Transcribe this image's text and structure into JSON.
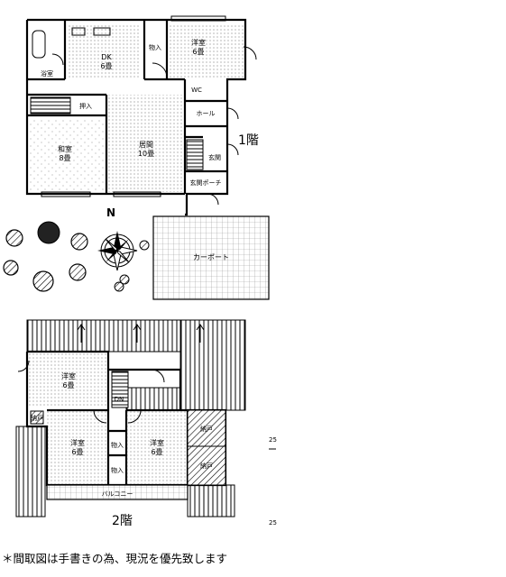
{
  "floor1": {
    "label": "1階",
    "rooms": {
      "western1": [
        "洋室",
        "6畳"
      ],
      "dining": [
        "DK",
        "6畳"
      ],
      "living": [
        "居間",
        "10畳"
      ],
      "japanese": [
        "和室",
        "8畳"
      ],
      "closet1": "物入",
      "closet2": "押入",
      "hall": "ホール",
      "entrance": "玄関",
      "porch": "玄関ポーチ",
      "wc": "WC",
      "bath": "浴室"
    },
    "carport": "カーポート",
    "compass": "N"
  },
  "floor2": {
    "label": "2階",
    "rooms": {
      "western_top": [
        "洋室",
        "6畳"
      ],
      "western_left": [
        "洋室",
        "6畳"
      ],
      "western_right": [
        "洋室",
        "6畳"
      ],
      "closet_a": "物入",
      "closet_b": "物入",
      "closet_c": "納戸",
      "storage1": "納戸",
      "storage2": "納戸",
      "up_label": "DN",
      "balcony": "バルコニー"
    },
    "scale_marks": [
      "25",
      "25"
    ]
  },
  "footnote": "＊間取図は手書きの為、現況を優先致します"
}
